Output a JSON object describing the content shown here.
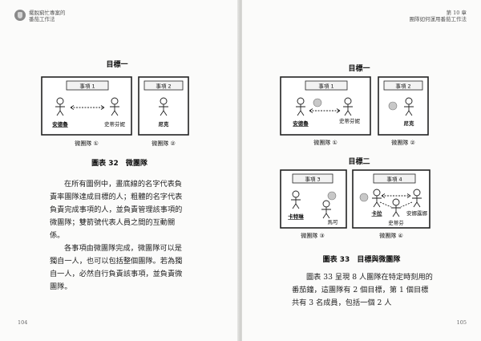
{
  "left_page": {
    "header": {
      "line1": "擺脫窮忙專案的",
      "line2": "番茄工作法"
    },
    "figure": {
      "goal_title": "目標一",
      "teams": [
        {
          "task": "事項 1",
          "members": [
            "安德魯",
            "史蒂芬妮"
          ],
          "team_label": "微團隊 ①"
        },
        {
          "task": "事項 2",
          "members": [
            "尼克"
          ],
          "team_label": "微團隊 ②"
        }
      ],
      "caption": "圖表 32　微團隊"
    },
    "body": {
      "para1": "在所有圖例中，畫底線的名字代表負責率團隊達成目標的人；粗體的名字代表負責完成事項的人，並負責管理該事項的微團隊；雙箭號代表人員之間的互動關係。",
      "para2": "各事項由微團隊完成，微團隊可以是獨自一人，也可以包括整個團隊。若為獨自一人，必然自行負責該事項，並負責微團隊。"
    },
    "page_number": "104"
  },
  "right_page": {
    "header": {
      "line1": "第 10 章",
      "line2": "團隊如何運用番茄工作法"
    },
    "goal1": {
      "title": "目標一",
      "teams": [
        {
          "task": "事項 1",
          "members": [
            "安德魯",
            "史蒂芬妮"
          ],
          "team_label": "微團隊 ①"
        },
        {
          "task": "事項 2",
          "members": [
            "尼克"
          ],
          "team_label": "微團隊 ②"
        }
      ]
    },
    "goal2": {
      "title": "目標二",
      "teams": [
        {
          "task": "事項 3",
          "members": [
            "卡特琳",
            "馬可"
          ],
          "team_label": "微團隊 ③"
        },
        {
          "task": "事項 4",
          "members": [
            "卡拉",
            "史蒂芬",
            "安娜露娜"
          ],
          "team_label": "微團隊 ④"
        }
      ]
    },
    "caption": "圖表 33　目標與微團隊",
    "body": {
      "para1": "圖表 33 呈現 8 人團隊在特定時刻用的番茄鐘，這團隊有 2 個目標，第 1 個目標共有 3 名成員，包括一個 2 人"
    },
    "page_number": "105"
  }
}
